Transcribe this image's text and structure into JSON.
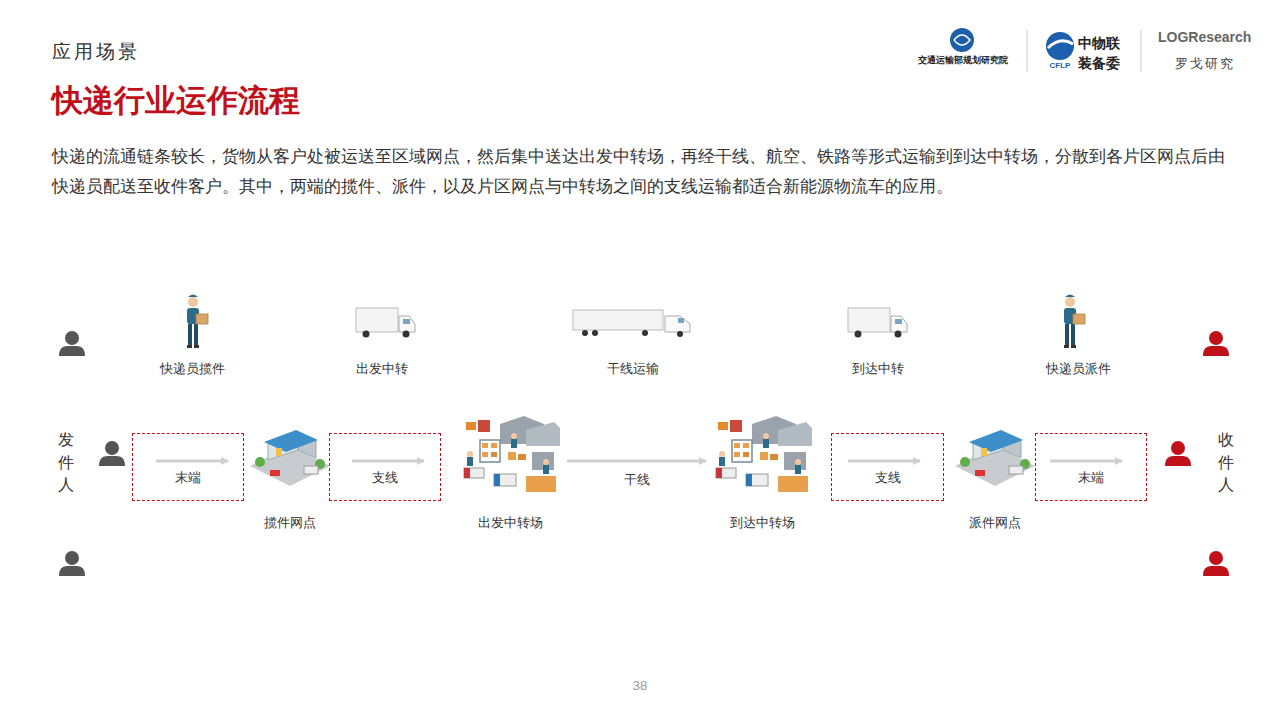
{
  "diagram": {
    "title": "快递行业运作流程",
    "nodes": [
      {
        "text": [
          "发件人"
        ]
      },
      {
        "text": [
          "末端"
        ]
      },
      {
        "text": [
          "揽件网点"
        ]
      },
      {
        "text": [
          "支线"
        ]
      },
      {
        "text": [
          "出发中转场"
        ]
      },
      {
        "text": [
          "到达中转场"
        ]
      },
      {
        "text": [
          "支线"
        ]
      },
      {
        "text": [
          "派件网点"
        ]
      },
      {
        "text": [
          "末端"
        ]
      },
      {
        "text": [
          "收件人"
        ]
      }
    ],
    "edges": [
      {
        "from": 4,
        "to": 5,
        "label": "干线",
        "arrow": "to"
      }
    ],
    "labels": [
      "应用场景",
      "快递的流通链条较长，货物从客户处被运送至区域网点，然后集中送达出发中转场，再经干线、航空、铁路等形式运输到到达中转场，分散到各片区网点后由快递员配送至收件客户。其中，两端的揽件、派件，以及片区网点与中转场之间的支线运输都适合新能源物流车的应用。",
      "快递员揽件",
      "出发中转",
      "干线运输",
      "到达中转",
      "快递员派件",
      "交通运输部规划研究院",
      "中物联",
      "装备委",
      "CFLP",
      "LOGResearch",
      "罗戈研究",
      "38"
    ]
  }
}
